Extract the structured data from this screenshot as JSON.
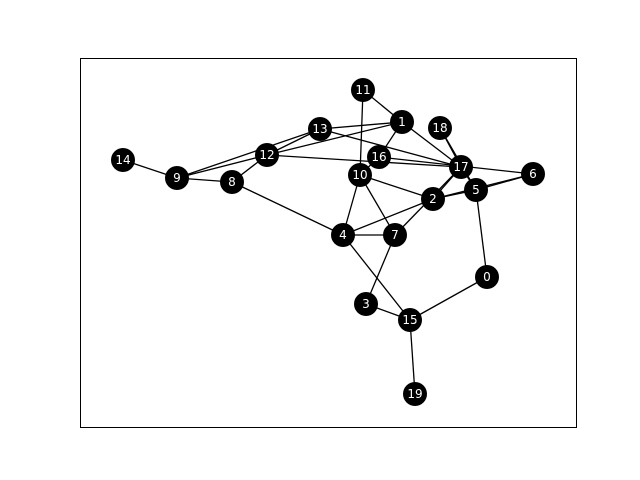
{
  "graph": {
    "nodes": [
      {
        "id": "0",
        "label": "0"
      },
      {
        "id": "1",
        "label": "1"
      },
      {
        "id": "2",
        "label": "2"
      },
      {
        "id": "3",
        "label": "3"
      },
      {
        "id": "4",
        "label": "4"
      },
      {
        "id": "5",
        "label": "5"
      },
      {
        "id": "6",
        "label": "6"
      },
      {
        "id": "7",
        "label": "7"
      },
      {
        "id": "8",
        "label": "8"
      },
      {
        "id": "9",
        "label": "9"
      },
      {
        "id": "10",
        "label": "10"
      },
      {
        "id": "11",
        "label": "11"
      },
      {
        "id": "12",
        "label": "12"
      },
      {
        "id": "13",
        "label": "13"
      },
      {
        "id": "14",
        "label": "14"
      },
      {
        "id": "15",
        "label": "15"
      },
      {
        "id": "16",
        "label": "16"
      },
      {
        "id": "17",
        "label": "17"
      },
      {
        "id": "18",
        "label": "18"
      },
      {
        "id": "19",
        "label": "19"
      }
    ],
    "edges": [
      [
        "11",
        "1"
      ],
      [
        "11",
        "10"
      ],
      [
        "1",
        "13"
      ],
      [
        "1",
        "12"
      ],
      [
        "1",
        "16"
      ],
      [
        "1",
        "17"
      ],
      [
        "13",
        "12"
      ],
      [
        "13",
        "9"
      ],
      [
        "13",
        "17"
      ],
      [
        "18",
        "17"
      ],
      [
        "18",
        "5"
      ],
      [
        "12",
        "9"
      ],
      [
        "12",
        "8"
      ],
      [
        "12",
        "17"
      ],
      [
        "16",
        "10"
      ],
      [
        "16",
        "6"
      ],
      [
        "14",
        "9"
      ],
      [
        "9",
        "8"
      ],
      [
        "8",
        "4"
      ],
      [
        "10",
        "4"
      ],
      [
        "10",
        "7"
      ],
      [
        "10",
        "2"
      ],
      [
        "17",
        "5"
      ],
      [
        "17",
        "7"
      ],
      [
        "17",
        "2"
      ],
      [
        "6",
        "5"
      ],
      [
        "6",
        "2"
      ],
      [
        "2",
        "4"
      ],
      [
        "5",
        "2"
      ],
      [
        "5",
        "0"
      ],
      [
        "4",
        "7"
      ],
      [
        "4",
        "15"
      ],
      [
        "7",
        "3"
      ],
      [
        "3",
        "15"
      ],
      [
        "0",
        "15"
      ],
      [
        "15",
        "19"
      ]
    ],
    "node_color": "#000000",
    "edge_color": "#000000",
    "label_color": "#ffffff"
  }
}
